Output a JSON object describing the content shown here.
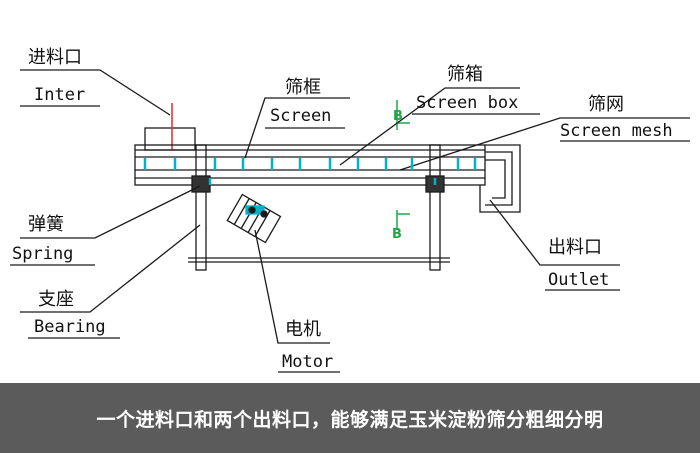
{
  "labels": {
    "inlet": {
      "cn": "进料口",
      "en": "Inter"
    },
    "screen": {
      "cn": "筛框",
      "en": "Screen"
    },
    "screen_box": {
      "cn": "筛箱",
      "en": "Screen box"
    },
    "screen_mesh": {
      "cn": "筛网",
      "en": "Screen mesh"
    },
    "spring": {
      "cn": "弹簧",
      "en": "Spring"
    },
    "bearing": {
      "cn": "支座",
      "en": "Bearing"
    },
    "outlet": {
      "cn": "出料口",
      "en": "Outlet"
    },
    "motor": {
      "cn": "电机",
      "en": "Motor"
    }
  },
  "section_marks": {
    "top": "B",
    "bottom": "B"
  },
  "caption": "一个进料口和两个出料口，能够满足玉米淀粉筛分粗细分明",
  "colors": {
    "line": "#1a1a1a",
    "accent": "#00b3c8",
    "section": "#1fa84a",
    "inlet_mark": "#e23a3a",
    "caption_bg": "#5b5b5b"
  }
}
